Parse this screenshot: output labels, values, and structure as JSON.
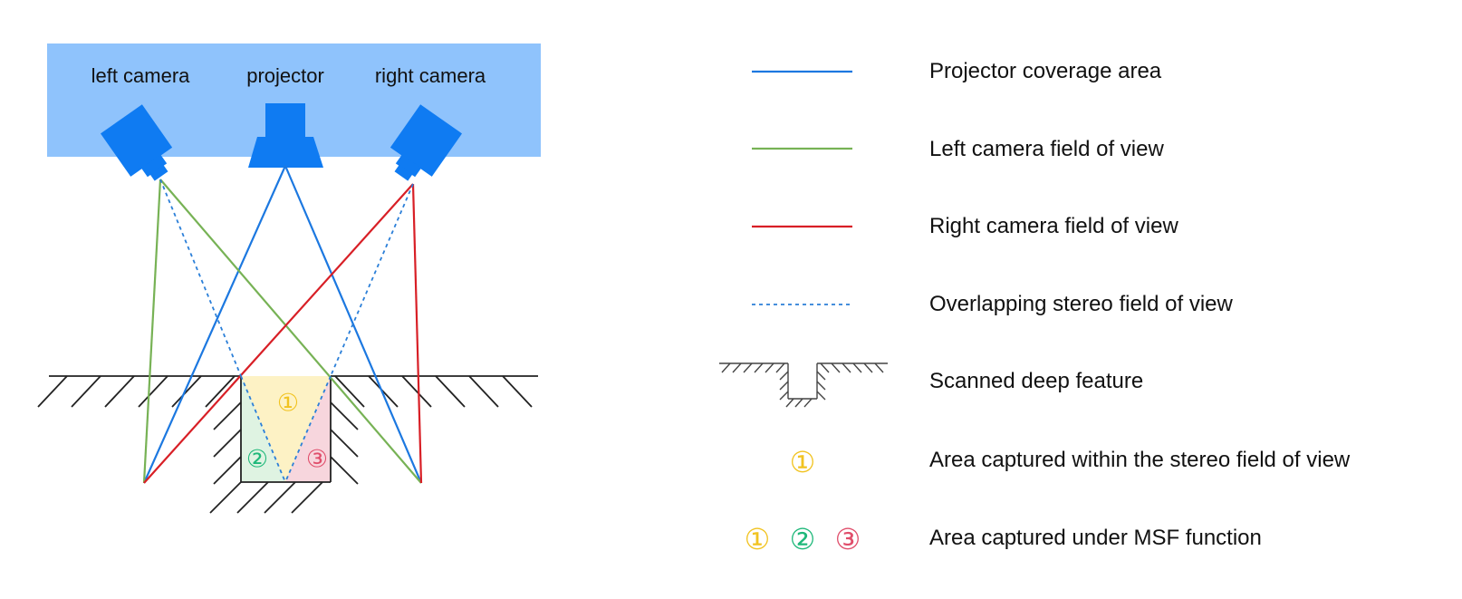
{
  "devices": {
    "left_camera": "left camera",
    "projector": "projector",
    "right_camera": "right camera"
  },
  "regions": {
    "area1": "①",
    "area2": "②",
    "area3": "③"
  },
  "legend": {
    "projector": "Projector coverage area",
    "left_camera": "Left camera field of view",
    "right_camera": "Right camera field of view",
    "overlap": "Overlapping stereo field of view",
    "deep_feature": "Scanned deep feature",
    "stereo_area": "Area captured within the stereo field of view",
    "msf_area": "Area captured under MSF function"
  },
  "colors": {
    "header_panel": "#8fc3fc",
    "device": "#0f7bf2",
    "projector_line": "#1c78e0",
    "left_line": "#77b255",
    "right_line": "#d81f26",
    "overlap_line": "#2b7fd8",
    "area1": "#f1c320",
    "area2": "#1fb87a",
    "area3": "#e04e6b",
    "area1_fill": "#fdf2c5",
    "area2_fill": "#dff3e2",
    "area3_fill": "#f7d6dd"
  }
}
